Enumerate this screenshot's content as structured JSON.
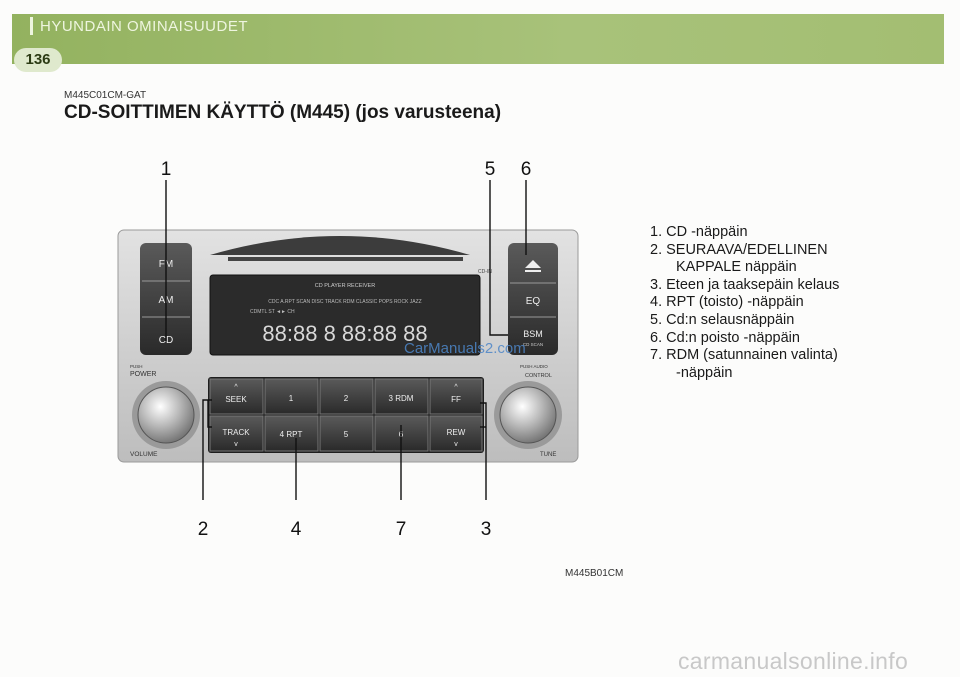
{
  "header": {
    "section_title": "HYUNDAIN OMINAISUUDET",
    "page_number": "136"
  },
  "doc": {
    "code": "M445C01CM-GAT",
    "title": "CD-SOITTIMEN KÄYTTÖ (M445) (jos varusteena)",
    "figure_code": "M445B01CM"
  },
  "figure": {
    "callouts": [
      "1",
      "5",
      "6",
      "2",
      "4",
      "7",
      "3"
    ],
    "radio": {
      "btn_fm": "FM",
      "btn_am": "AM",
      "btn_cd": "CD",
      "push_label": "PUSH",
      "power_label": "POWER",
      "volume_label": "VOLUME",
      "display_title": "CD PLAYER RECEIVER",
      "display_indicators": "CDC A.RPT SCAN DISC  TRACK RDM CLASSIC POPS ROCK JAZZ",
      "display_indicators2": "CDMTL ST  ◄►  CH",
      "display_digits": "88:88 8 88:88 88",
      "cd_in": "CD-IN",
      "btn_eq": "EQ",
      "btn_bsm": "BSM",
      "bsm_sub": "CD SCAN",
      "push_audio": "PUSH AUDIO",
      "control": "CONTROL",
      "tune": "TUNE",
      "preset_top": [
        "SEEK",
        "1",
        "2",
        "3 RDM",
        "FF"
      ],
      "preset_bottom": [
        "TRACK",
        "4 RPT",
        "5",
        "6",
        "REW"
      ]
    }
  },
  "legend": [
    "1. CD -näppäin",
    "2. SEURAAVA/EDELLINEN",
    "KAPPALE näppäin",
    "3. Eteen ja taaksepäin kelaus",
    "4. RPT (toisto) -näppäin",
    "5. Cd:n selausnäppäin",
    "6. Cd:n poisto -näppäin",
    "7. RDM (satunnainen valinta)",
    "-näppäin"
  ],
  "watermark": "CarManuals2.com",
  "site_footer": "carmanualsonline.info"
}
